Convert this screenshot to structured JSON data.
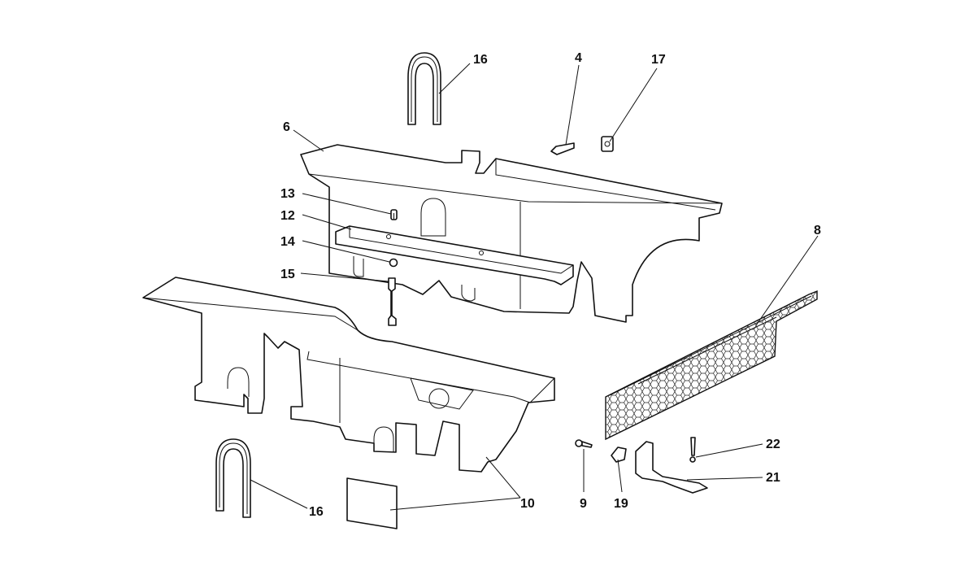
{
  "callouts": {
    "c16a": "16",
    "c4": "4",
    "c17": "17",
    "c6": "6",
    "c13": "13",
    "c12": "12",
    "c8": "8",
    "c14": "14",
    "c15": "15",
    "c22": "22",
    "c21": "21",
    "c9": "9",
    "c19": "19",
    "c10": "10",
    "c16b": "16"
  }
}
